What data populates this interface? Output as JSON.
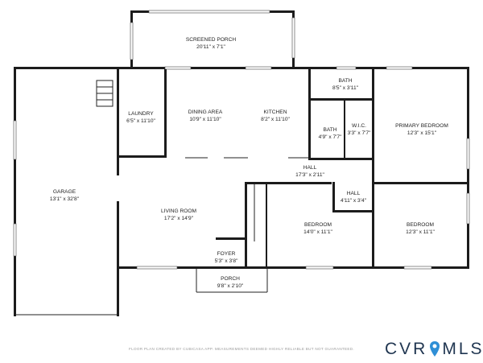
{
  "rooms": {
    "screened_porch": {
      "name": "SCREENED PORCH",
      "dims": "20'11\" x 7'1\""
    },
    "bath_top": {
      "name": "BATH",
      "dims": "8'5\" x 3'11\""
    },
    "laundry": {
      "name": "LAUNDRY",
      "dims": "6'5\" x 11'10\""
    },
    "dining_area": {
      "name": "DINING AREA",
      "dims": "10'9\" x 11'10\""
    },
    "kitchen": {
      "name": "KITCHEN",
      "dims": "8'2\" x 11'10\""
    },
    "bath_mid": {
      "name": "BATH",
      "dims": "4'9\" x 7'7\""
    },
    "wic": {
      "name": "W.I.C.",
      "dims": "3'3\" x 7'7\""
    },
    "primary_bedroom": {
      "name": "PRIMARY BEDROOM",
      "dims": "12'3\" x 15'1\""
    },
    "garage": {
      "name": "GARAGE",
      "dims": "13'1\" x 32'8\""
    },
    "hall_long": {
      "name": "HALL",
      "dims": "17'3\" x 2'11\""
    },
    "hall_small": {
      "name": "HALL",
      "dims": "4'11\" x 3'4\""
    },
    "living_room": {
      "name": "LIVING ROOM",
      "dims": "17'2\" x 14'9\""
    },
    "bedroom_mid": {
      "name": "BEDROOM",
      "dims": "14'0\" x 11'1\""
    },
    "bedroom_right": {
      "name": "BEDROOM",
      "dims": "12'3\" x 11'1\""
    },
    "foyer": {
      "name": "FOYER",
      "dims": "5'3\" x 3'8\""
    },
    "porch": {
      "name": "PORCH",
      "dims": "9'8\" x 2'10\""
    }
  },
  "footer": {
    "disclaimer": "FLOOR PLAN CREATED BY CUBICASA APP. MEASUREMENTS DEEMED HIGHLY RELIABLE BUT NOT GUARANTEED.",
    "logo_left": "CVR",
    "logo_right": "MLS"
  },
  "colors": {
    "wall": "#1c1c1c",
    "logo": "#1f3550",
    "logo_pin": "#2f8fd6",
    "disclaimer": "#9a9a9a"
  }
}
